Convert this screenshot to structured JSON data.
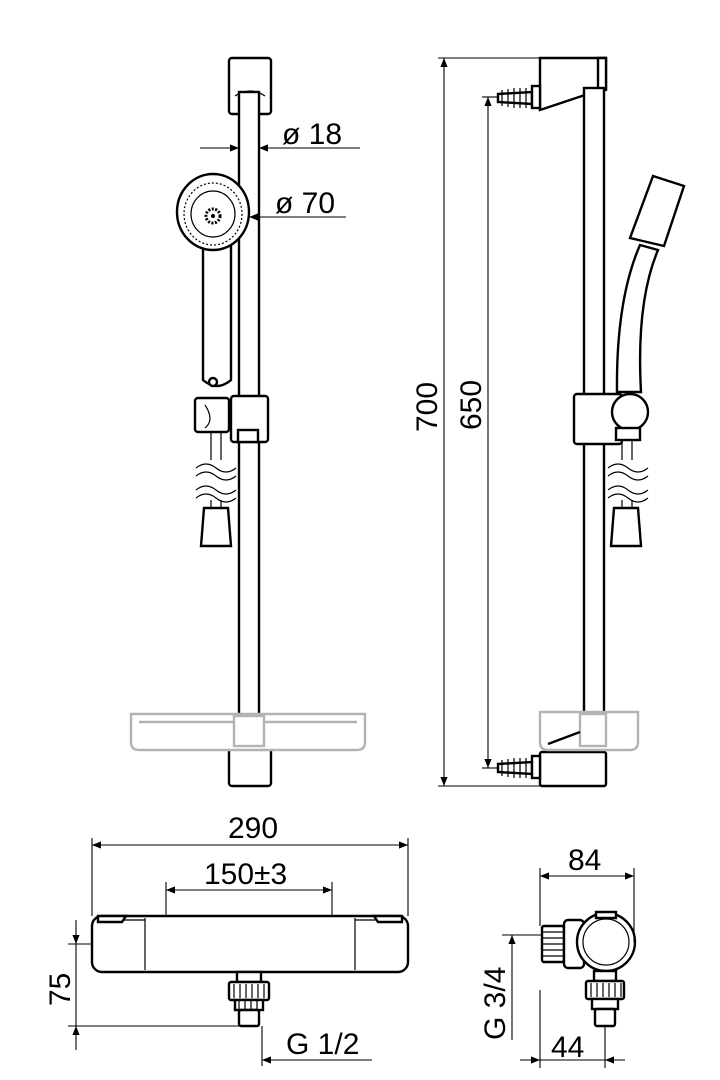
{
  "dimensions": {
    "bar_diameter": "ø 18",
    "head_diameter": "ø 70",
    "total_height": "700",
    "mount_distance": "650",
    "mixer_width": "290",
    "inlet_spacing": "150±3",
    "mixer_height": "75",
    "outlet_thread": "G 1/2",
    "side_depth": "84",
    "side_thread": "G 3/4",
    "side_outlet": "44"
  },
  "colors": {
    "line": "#000000",
    "soap_dish": "#b3b3b3"
  }
}
